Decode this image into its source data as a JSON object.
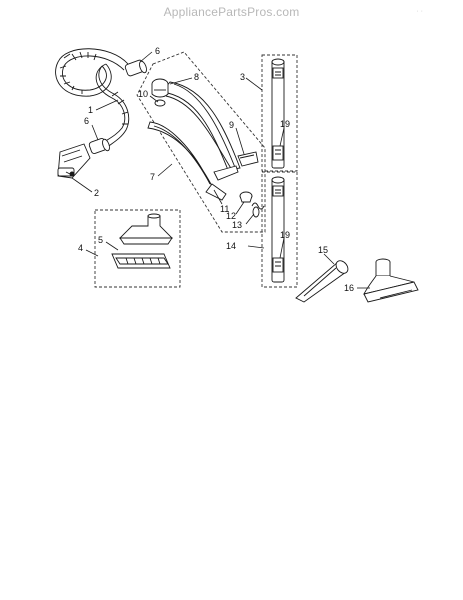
{
  "header": {
    "watermark": "AppliancePartsPros.com",
    "corner_mark": "· ·"
  },
  "callouts": [
    "1",
    "2",
    "3",
    "4",
    "5",
    "6",
    "6",
    "7",
    "8",
    "9",
    "10",
    "11",
    "12",
    "13",
    "14",
    "15",
    "16",
    "19",
    "19"
  ],
  "colors": {
    "line": "#1a1a1a",
    "dash": "#333333",
    "watermark": "#b8b8b8"
  },
  "icons": [
    "hose",
    "handle-wand",
    "extension-wand",
    "upholstery-tool",
    "crevice-tool",
    "floor-tool"
  ]
}
